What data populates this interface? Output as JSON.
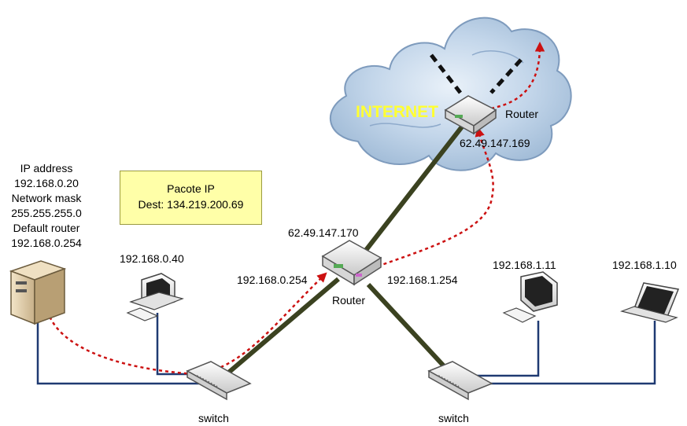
{
  "cloud": {
    "label": "INTERNET"
  },
  "nodes": {
    "isp_router": {
      "name": "Router",
      "ip": "62.49.147.169"
    },
    "router": {
      "name": "Router",
      "wan_ip": "62.49.147.170",
      "lan0_ip": "192.168.0.254",
      "lan1_ip": "192.168.1.254"
    },
    "switch_left": {
      "name": "switch"
    },
    "switch_right": {
      "name": "switch"
    },
    "server": {
      "lines": [
        "IP address",
        "192.168.0.20",
        "Network mask",
        "255.255.255.0",
        "Default router",
        "192.168.0.254"
      ]
    },
    "pc_left": {
      "ip": "192.168.0.40"
    },
    "pc_right": {
      "ip": "192.168.1.11"
    },
    "laptop": {
      "ip": "192.168.1.10"
    }
  },
  "packet": {
    "title": "Pacote IP",
    "dest": "Dest: 134.219.200.69"
  },
  "colors": {
    "packet_path": "#cc1111",
    "router_link": "#3b4220",
    "lan_link": "#1f3a72",
    "packet_box": "#ffffa8",
    "cloud": "#b9cfe5"
  }
}
